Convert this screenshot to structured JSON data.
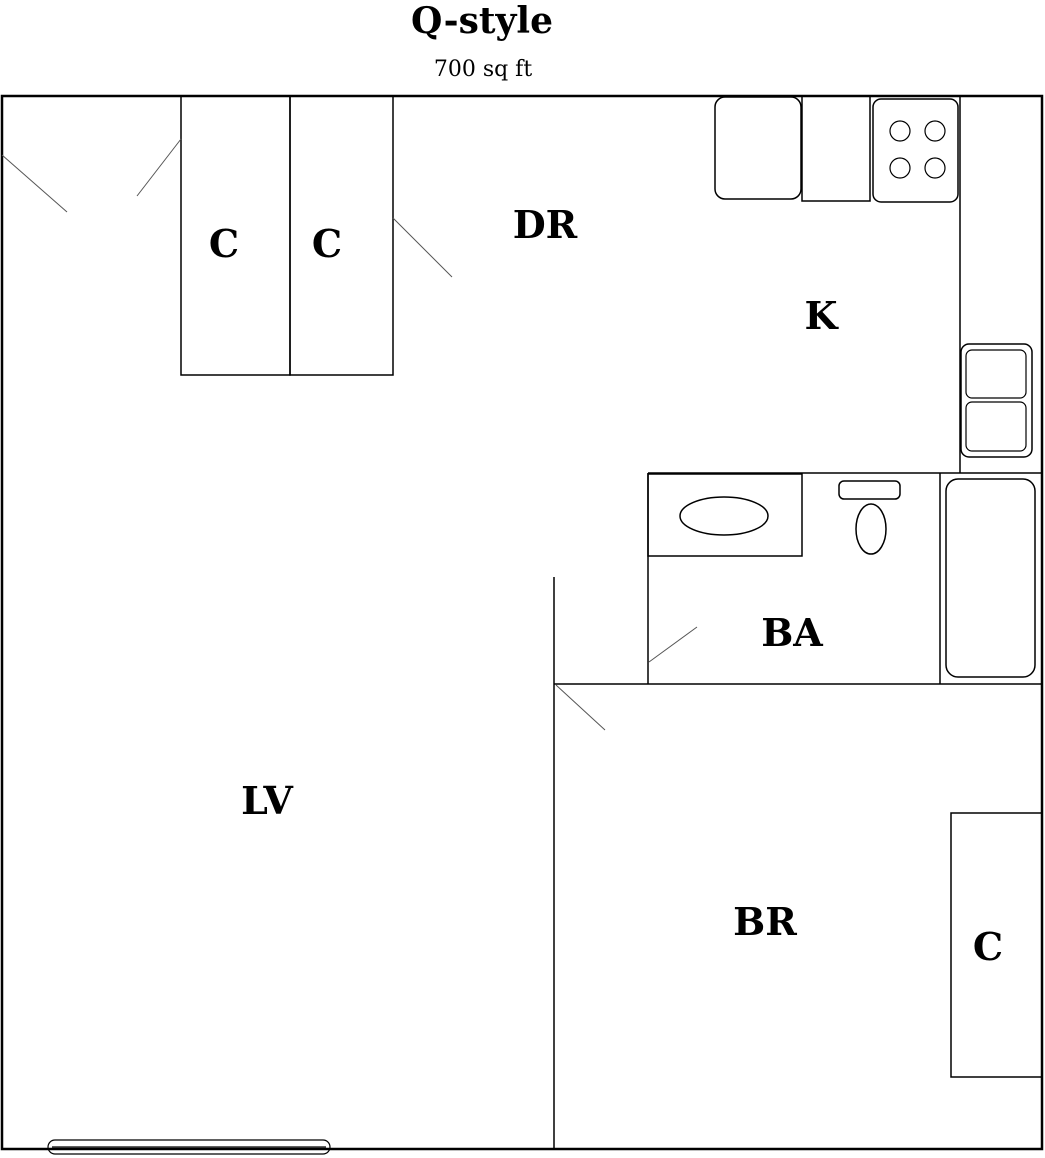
{
  "plan": {
    "title": "Q-style",
    "subtitle": "700 sq ft"
  },
  "rooms": {
    "closet_1": "C",
    "closet_2": "C",
    "dining_room": "DR",
    "kitchen": "K",
    "bathroom": "BA",
    "living_room": "LV",
    "bedroom": "BR",
    "bedroom_closet": "C"
  }
}
